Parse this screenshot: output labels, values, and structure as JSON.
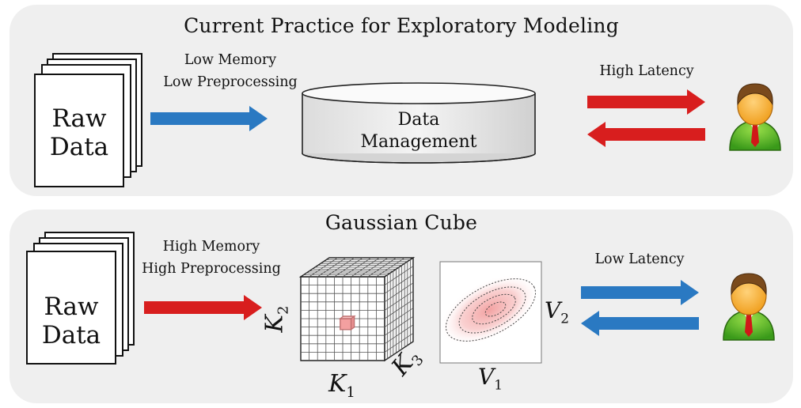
{
  "colors": {
    "panel_bg": "#efefef",
    "arrow_red": "#d81e1e",
    "arrow_blue": "#2a79c2",
    "cube_highlight": "#f3a0a0",
    "gaussian_center": "#f4a9a9"
  },
  "top_panel": {
    "title": "Current Practice for Exploratory Modeling",
    "raw_data": {
      "line1": "Raw",
      "line2": "Data"
    },
    "ingest_label": {
      "line1": "Low Memory",
      "line2": "Low Preprocessing"
    },
    "ingest_arrow_color": "blue",
    "database": {
      "line1": "Data",
      "line2": "Management",
      "icon": "database-cylinder-icon"
    },
    "latency_label": "High Latency",
    "latency_arrows_color": "red",
    "user_icon": "user-avatar-icon"
  },
  "bottom_panel": {
    "title": "Gaussian Cube",
    "raw_data": {
      "line1": "Raw",
      "line2": "Data"
    },
    "ingest_label": {
      "line1": "High Memory",
      "line2": "High Preprocessing"
    },
    "ingest_arrow_color": "red",
    "cube": {
      "icon": "data-cube-grid-icon",
      "axis_k1": {
        "base": "K",
        "sub": "1"
      },
      "axis_k2": {
        "base": "K",
        "sub": "2"
      },
      "axis_k3": {
        "base": "K",
        "sub": "3"
      }
    },
    "gaussian_plot": {
      "icon": "gaussian-contour-icon",
      "axis_v1": {
        "base": "V",
        "sub": "1"
      },
      "axis_v2": {
        "base": "V",
        "sub": "2"
      }
    },
    "latency_label": "Low Latency",
    "latency_arrows_color": "blue",
    "user_icon": "user-avatar-icon"
  }
}
